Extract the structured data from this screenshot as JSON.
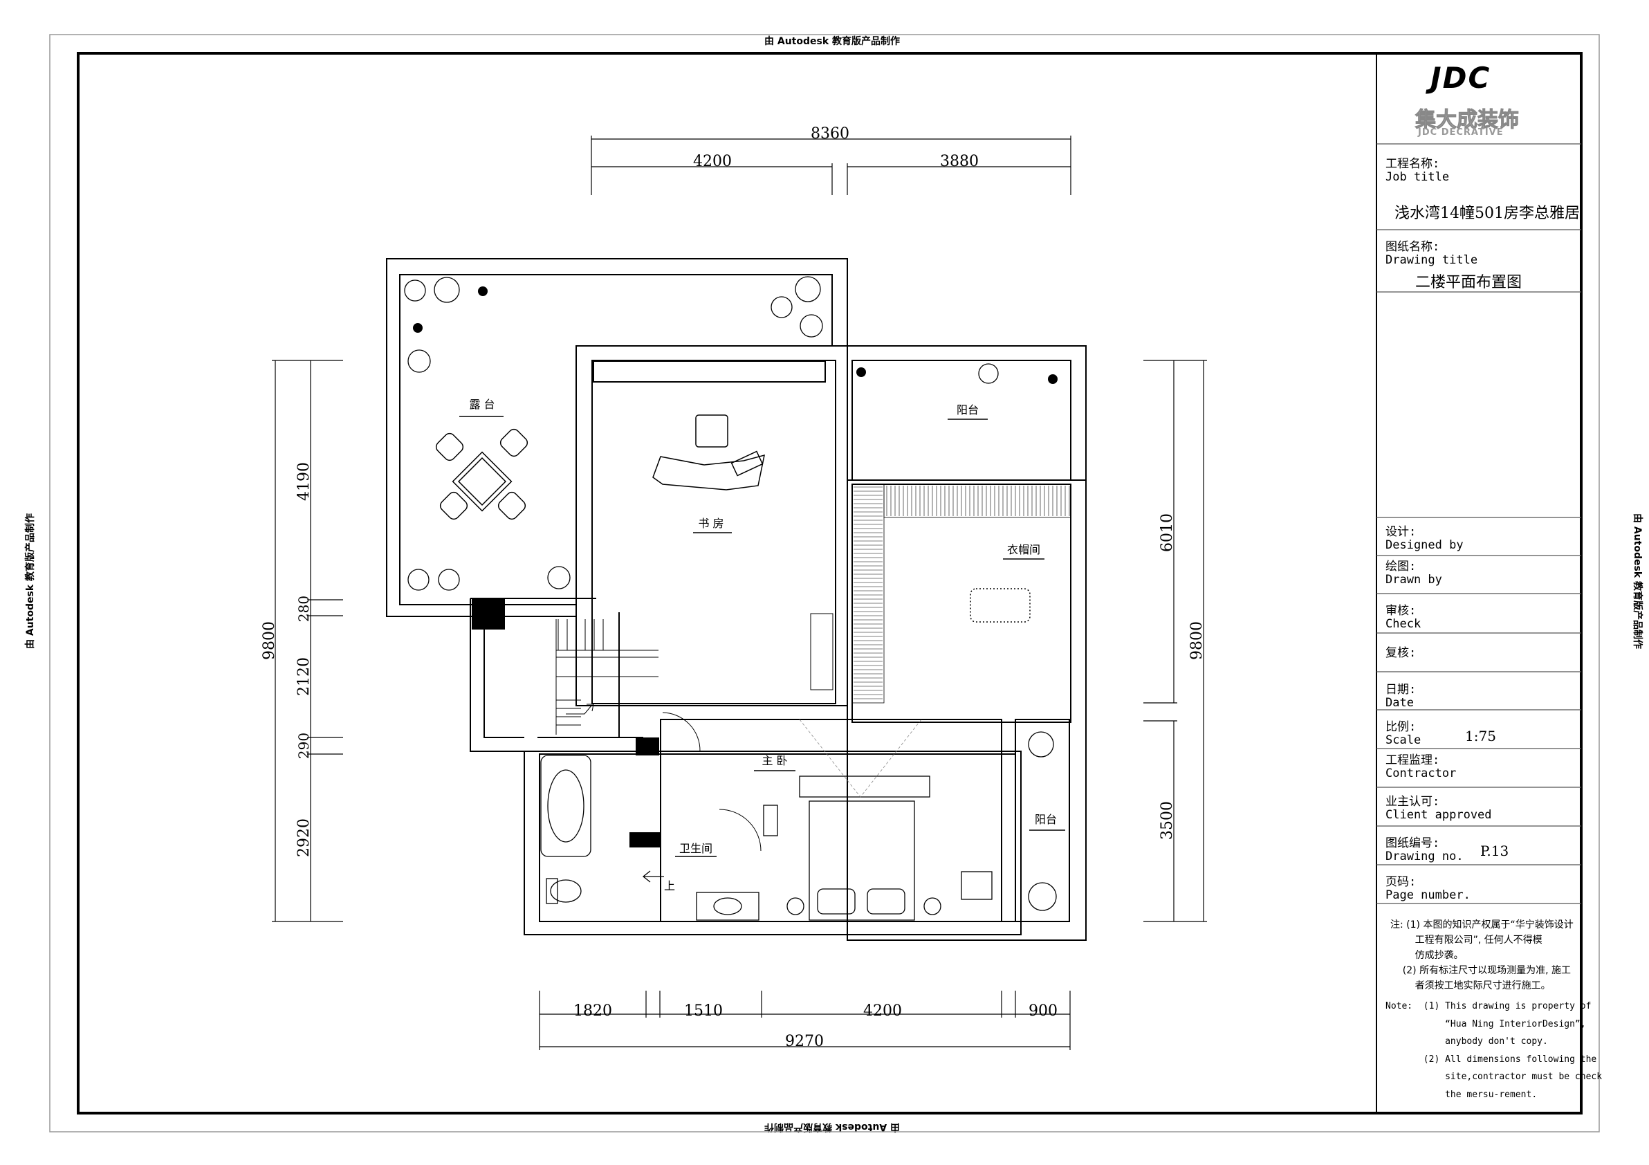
{
  "watermark": "由 Autodesk 教育版产品制作",
  "logo": {
    "brand": "JDC",
    "chinese": "集大成装饰",
    "english": "JDC DECRATIVE"
  },
  "title_block": {
    "job_title_label": "工程名称:\nJob title",
    "job_title_value": "浅水湾14幢501房李总雅居",
    "drawing_title_label": "图纸名称:\nDrawing title",
    "drawing_title_value": "二楼平面布置图",
    "designed_label": "设计:\nDesigned by",
    "drawn_label": "绘图:\nDrawn by",
    "check_label": "审核:\nCheck",
    "recheck_label": "复核:",
    "date_label": "日期:\nDate",
    "scale_label": "比例:\nScale",
    "scale_value": "1:75",
    "contractor_label": "工程监理:\nContractor",
    "client_label": "业主认可:\nClient approved",
    "drawing_no_label": "图纸编号:\nDrawing no.",
    "drawing_no_value": "P.13",
    "page_label": "页码:\nPage number.",
    "note_cn": "注: (1) 本图的知识产权属于“华宁装饰设计\n        工程有限公司”, 任何人不得模\n        仿成抄袭。\n    (2) 所有标注尺寸以现场测量为准, 施工\n        者须按工地实际尺寸进行施工。",
    "note_en": "Note:  (1) This drawing is property of\n           “Hua Ning InteriorDesign”,\n           anybody don't copy.\n       (2) All dimensions following the\n           site,contractor must be check\n           the mersu-rement."
  },
  "dimensions": {
    "top_total": "8360",
    "top_left": "4200",
    "top_right": "3880",
    "bottom_total": "9270",
    "bottom_1": "1820",
    "bottom_2": "1510",
    "bottom_3": "4200",
    "bottom_4": "900",
    "left_total": "9800",
    "left_1": "4190",
    "left_2": "280",
    "left_3": "2120",
    "left_4": "290",
    "left_5": "2920",
    "right_total": "9800",
    "right_1": "6010",
    "right_2": "3500"
  },
  "rooms": {
    "terrace": "露 台",
    "study": "书 房",
    "balcony_top": "阳台",
    "wardrobe": "衣帽间",
    "master_bedroom": "主 卧",
    "balcony_right": "阳台",
    "bathroom": "卫生间",
    "stair_up": "上"
  }
}
